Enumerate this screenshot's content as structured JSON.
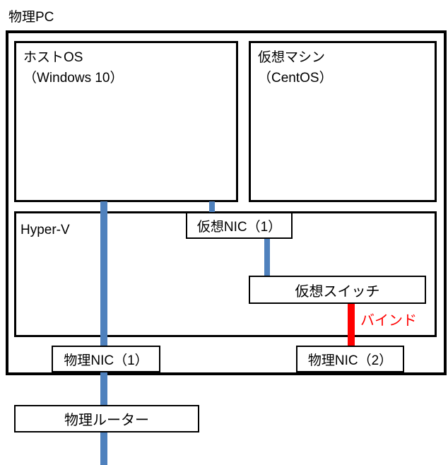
{
  "diagram": {
    "title": "物理PC",
    "boxes": {
      "host_os": {
        "line1": "ホストOS",
        "line2": "（Windows 10）"
      },
      "vm": {
        "line1": "仮想マシン",
        "line2": "（CentOS）"
      },
      "hypervisor": {
        "label": "Hyper-V"
      },
      "virtual_nic": {
        "label": "仮想NIC（1）"
      },
      "virtual_switch": {
        "label": "仮想スイッチ"
      },
      "physical_nic1": {
        "label": "物理NIC（1）"
      },
      "physical_nic2": {
        "label": "物理NIC（2）"
      },
      "physical_router": {
        "label": "物理ルーター"
      }
    },
    "annotations": {
      "bind_label": "バインド"
    },
    "connectors": {
      "host_to_physical_nic1": "blue",
      "host_to_virtual_nic1": "blue",
      "virtual_nic1_to_virtual_switch": "blue",
      "virtual_switch_to_physical_nic2": "red-bind",
      "physical_nic1_to_router": "blue",
      "router_to_external": "blue"
    },
    "colors": {
      "connector_blue": "#4f81bd",
      "connector_red": "#ff0000",
      "bind_text_red": "#ff0000",
      "border_black": "#000000",
      "background": "#ffffff"
    }
  }
}
